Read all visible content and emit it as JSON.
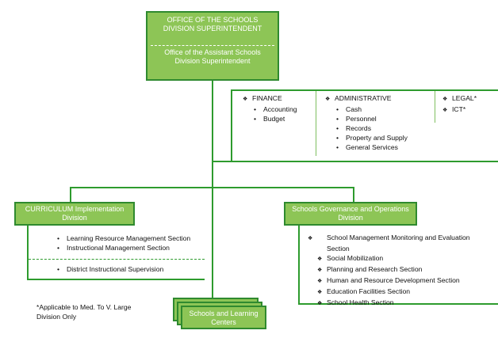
{
  "top": {
    "title": "OFFICE OF THE SCHOOLS DIVISION SUPERINTENDENT",
    "subtitle": "Office of the Assistant Schools Division Superintendent"
  },
  "finance": {
    "title": "FINANCE",
    "items": [
      "Accounting",
      "Budget"
    ]
  },
  "administrative": {
    "title": "ADMINISTRATIVE",
    "items": [
      "Cash",
      "Personnel",
      "Records",
      "Property and Supply",
      "General Services"
    ]
  },
  "other_offices": [
    "LEGAL*",
    "ICT*"
  ],
  "curriculum": {
    "title": "CURRICULUM Implementation Division",
    "items": [
      "Learning Resource Management Section",
      "Instructional Management Section"
    ],
    "supervision": "District Instructional Supervision"
  },
  "sgod": {
    "title": "Schools Governance and Operations Division",
    "items": [
      "School Management Monitoring and Evaluation Section",
      "Social Mobilization",
      "Planning and Research Section",
      "Human and Resource Development Section",
      "Education Facilities Section",
      "School Health Section"
    ]
  },
  "schools": "Schools and Learning Centers",
  "footnote": "*Applicable to Med. To V. Large Division Only",
  "colors": {
    "box_fill": "#8dc556",
    "box_border": "#2f8a2f",
    "line": "#2e9b2e"
  }
}
